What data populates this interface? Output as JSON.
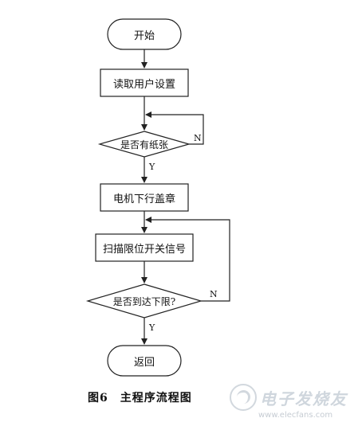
{
  "flowchart": {
    "start": "开始",
    "read_settings": "读取用户设置",
    "decision_paper": "是否有纸张",
    "motor_down": "电机下行盖章",
    "scan_switch": "扫描限位开关信号",
    "decision_limit": "是否到达下限?",
    "end": "返回",
    "branch_n1": "N",
    "branch_y1": "Y",
    "branch_n2": "N",
    "branch_y2": "Y"
  },
  "caption": "图6　主程序流程图",
  "watermark": {
    "logo": "电子发烧友",
    "url": "www.elecfans.com"
  },
  "colors": {
    "stroke": "#222222",
    "text": "#111111",
    "watermark": "#cfd6dd"
  }
}
